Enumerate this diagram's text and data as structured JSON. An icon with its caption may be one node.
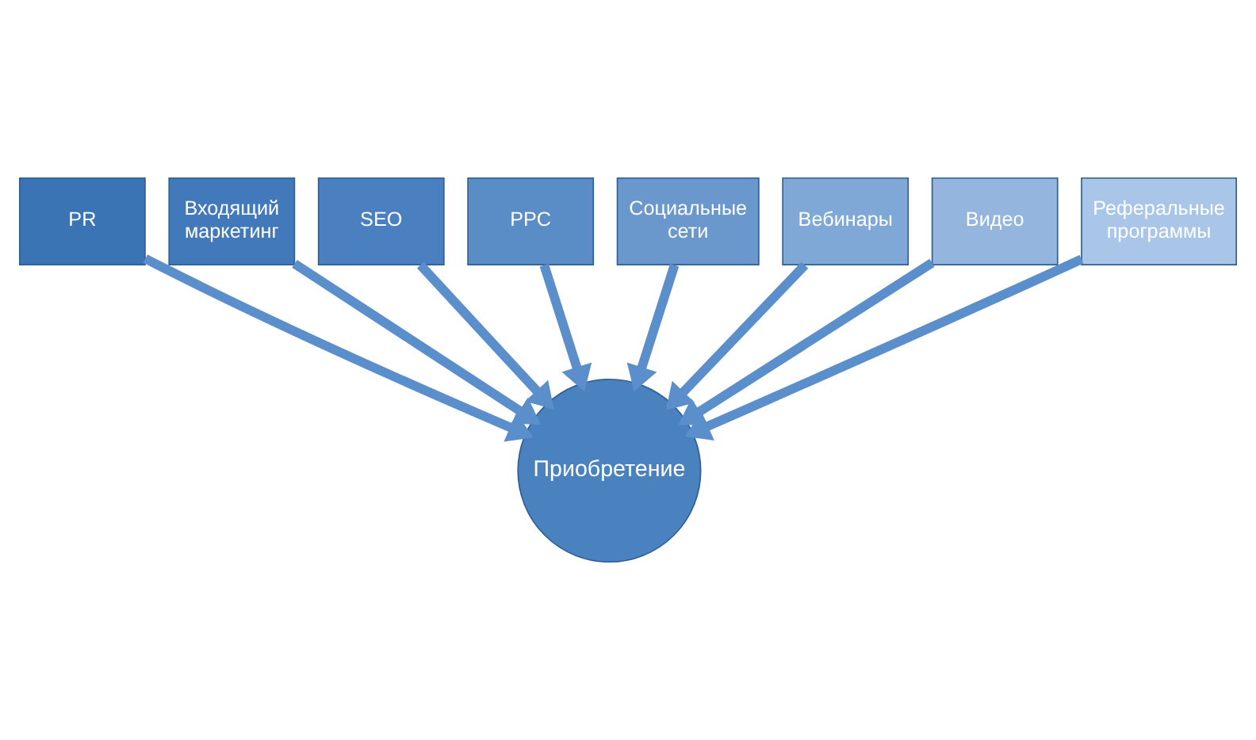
{
  "diagram": {
    "nodes": [
      {
        "text": [
          "PR"
        ]
      },
      {
        "text": [
          "Входящий маркетинг"
        ]
      },
      {
        "text": [
          "SEO"
        ]
      },
      {
        "text": [
          "PPC"
        ]
      },
      {
        "text": [
          "Социальные сети"
        ]
      },
      {
        "text": [
          "Вебинары"
        ]
      },
      {
        "text": [
          "Видео"
        ]
      },
      {
        "text": [
          "Реферальные программы"
        ]
      },
      {
        "text": [
          "Приобретение"
        ]
      }
    ],
    "edges": [
      {
        "from": 0,
        "to": 8,
        "arrow": "to"
      },
      {
        "from": 1,
        "to": 8,
        "arrow": "to"
      },
      {
        "from": 2,
        "to": 8,
        "arrow": "to"
      },
      {
        "from": 3,
        "to": 8,
        "arrow": "to"
      },
      {
        "from": 4,
        "to": 8,
        "arrow": "to"
      },
      {
        "from": 5,
        "to": 8,
        "arrow": "to"
      },
      {
        "from": 6,
        "to": 8,
        "arrow": "to"
      },
      {
        "from": 7,
        "to": 8,
        "arrow": "to"
      }
    ]
  }
}
